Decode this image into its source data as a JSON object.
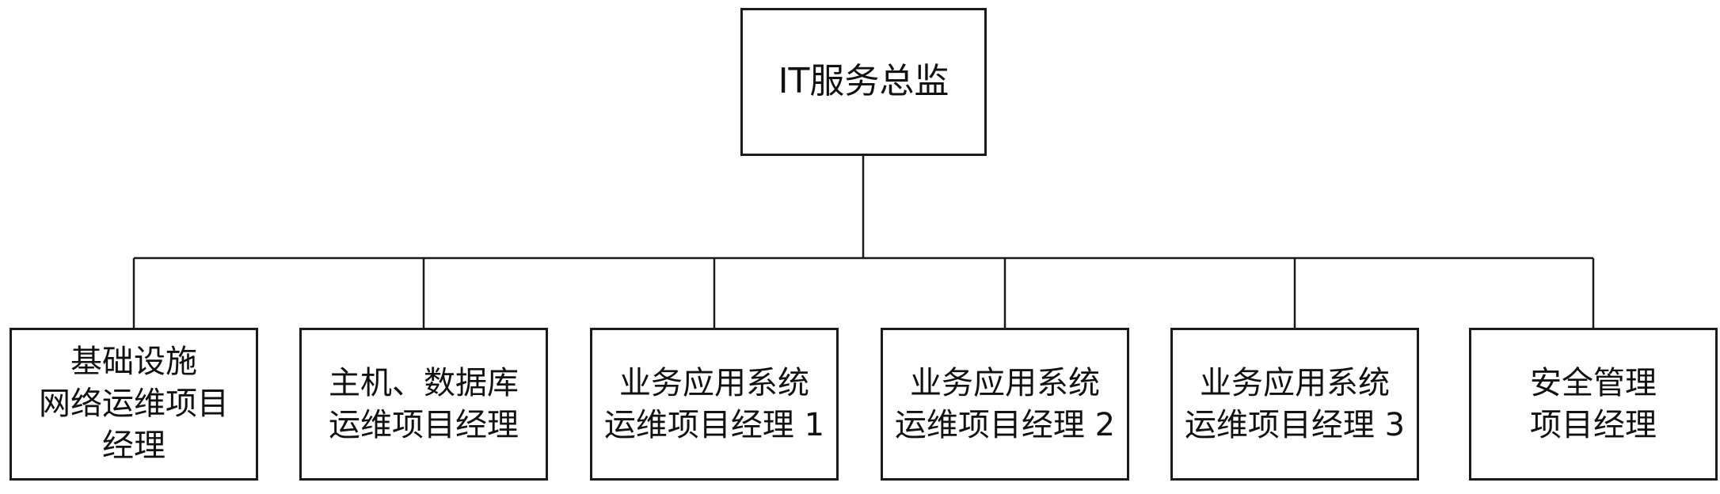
{
  "org_chart": {
    "root": {
      "label": "IT服务总监"
    },
    "children": [
      {
        "label": "基础设施\n网络运维项目\n经理"
      },
      {
        "label": "主机、数据库\n运维项目经理"
      },
      {
        "label": "业务应用系统\n运维项目经理 1"
      },
      {
        "label": "业务应用系统\n运维项目经理 2"
      },
      {
        "label": "业务应用系统\n运维项目经理 3"
      },
      {
        "label": "安全管理\n项目经理"
      }
    ]
  }
}
